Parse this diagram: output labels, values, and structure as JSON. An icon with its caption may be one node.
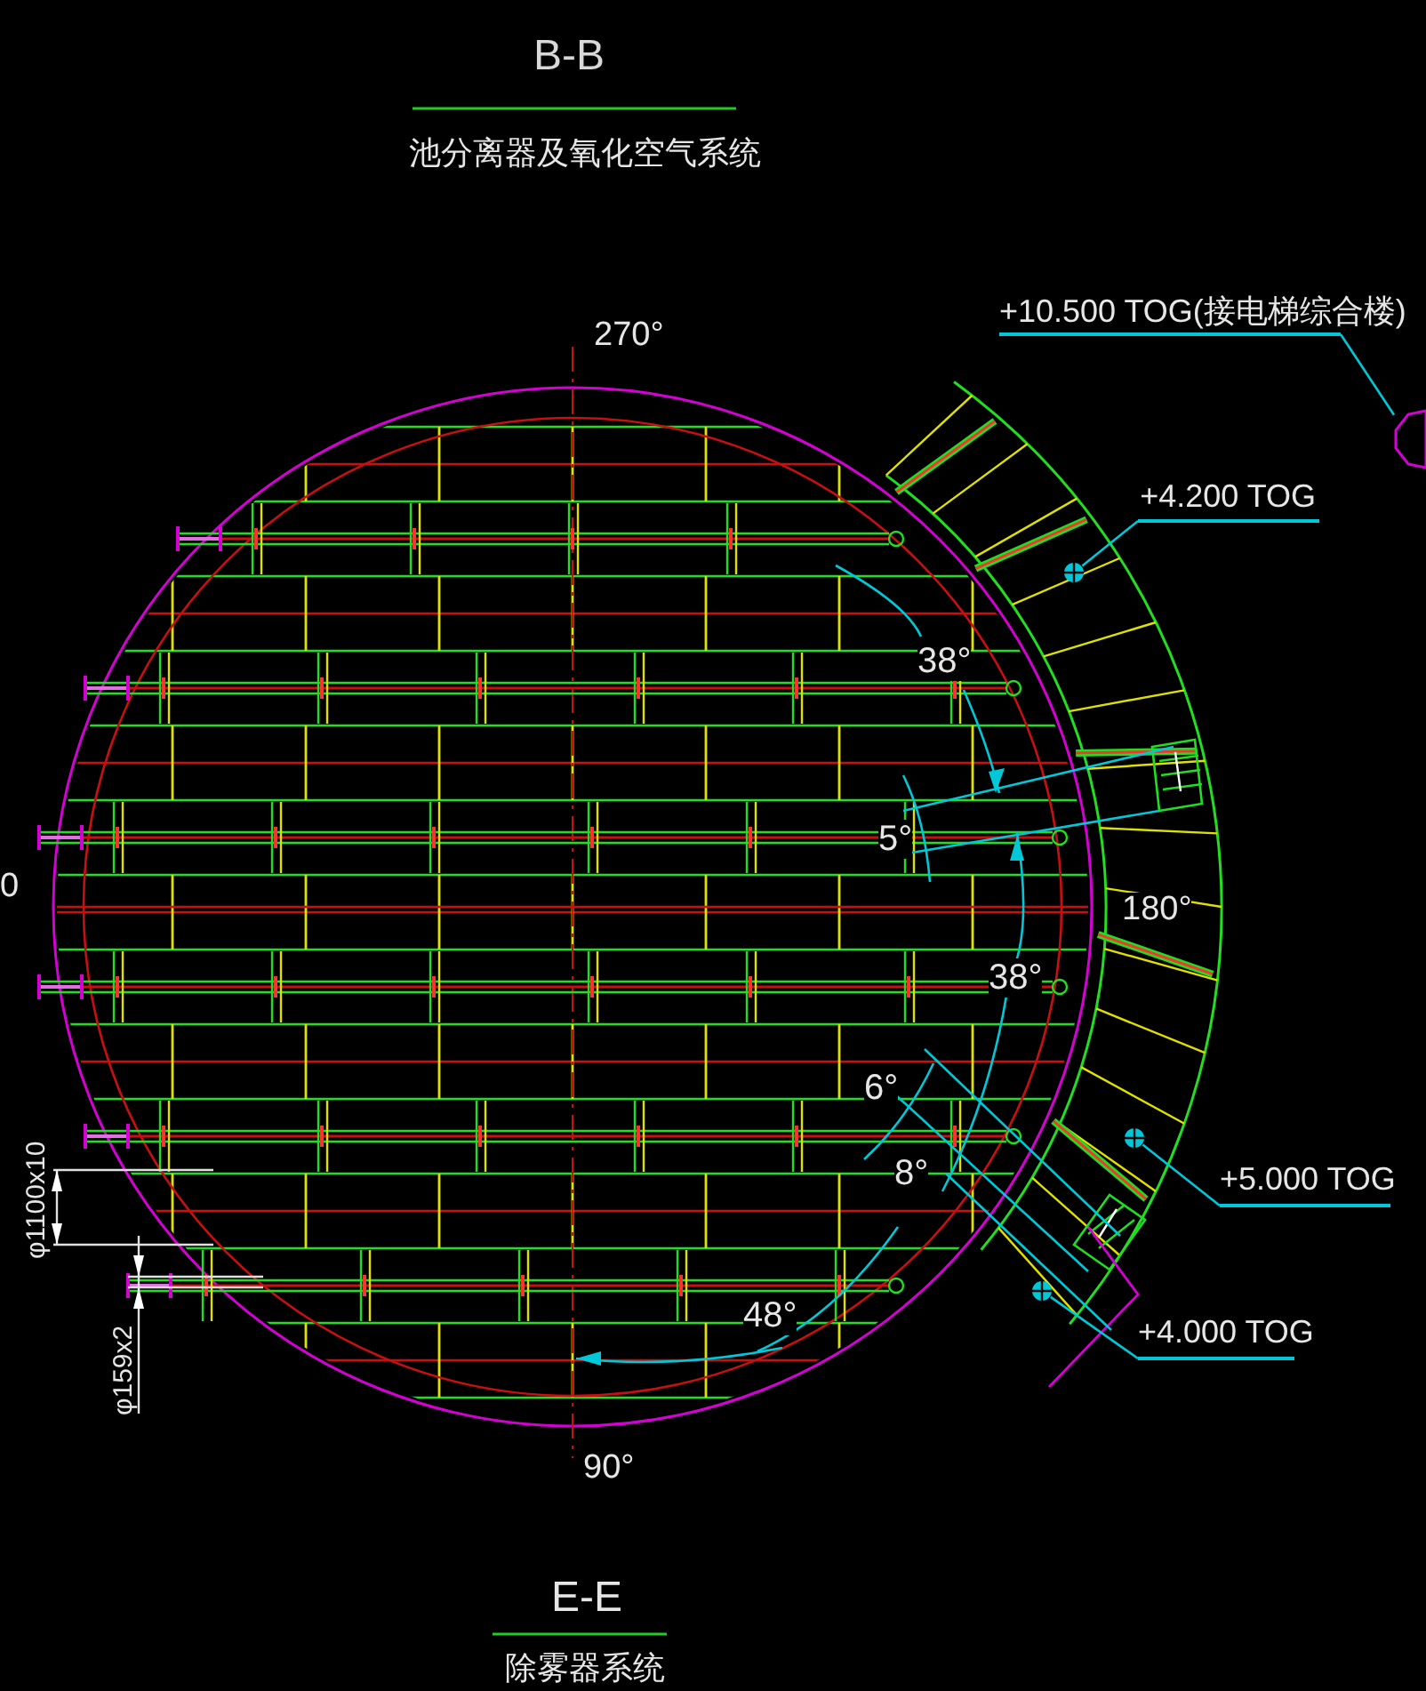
{
  "diagram": {
    "title": "B-B",
    "nodes": [
      {
        "text": [
          "+10.500 TOG(接电梯综合楼)"
        ]
      },
      {
        "text": [],
        "shape": "octagon"
      },
      {
        "text": [
          "+4.200 TOG"
        ]
      },
      {
        "text": [],
        "shape": "circle"
      },
      {
        "text": [
          "+5.000 TOG"
        ]
      },
      {
        "text": [],
        "shape": "circle"
      },
      {
        "text": [
          "+4.000 TOG"
        ]
      },
      {
        "text": [],
        "shape": "circle"
      }
    ],
    "edges": [
      {
        "from": 0,
        "to": 1,
        "arrow": "none"
      },
      {
        "from": 2,
        "to": 3,
        "arrow": "none"
      },
      {
        "from": 4,
        "to": 5,
        "arrow": "none"
      },
      {
        "from": 6,
        "to": 7,
        "arrow": "none"
      }
    ],
    "labels": [
      "池分离器及氧化空气系统",
      "270°",
      "0",
      "38°",
      "5°",
      "180°",
      "38°",
      "6°",
      "8°",
      "φ1100x10",
      "48°",
      "φ159x2",
      "90°",
      "E-E",
      "除雾器系统"
    ]
  }
}
